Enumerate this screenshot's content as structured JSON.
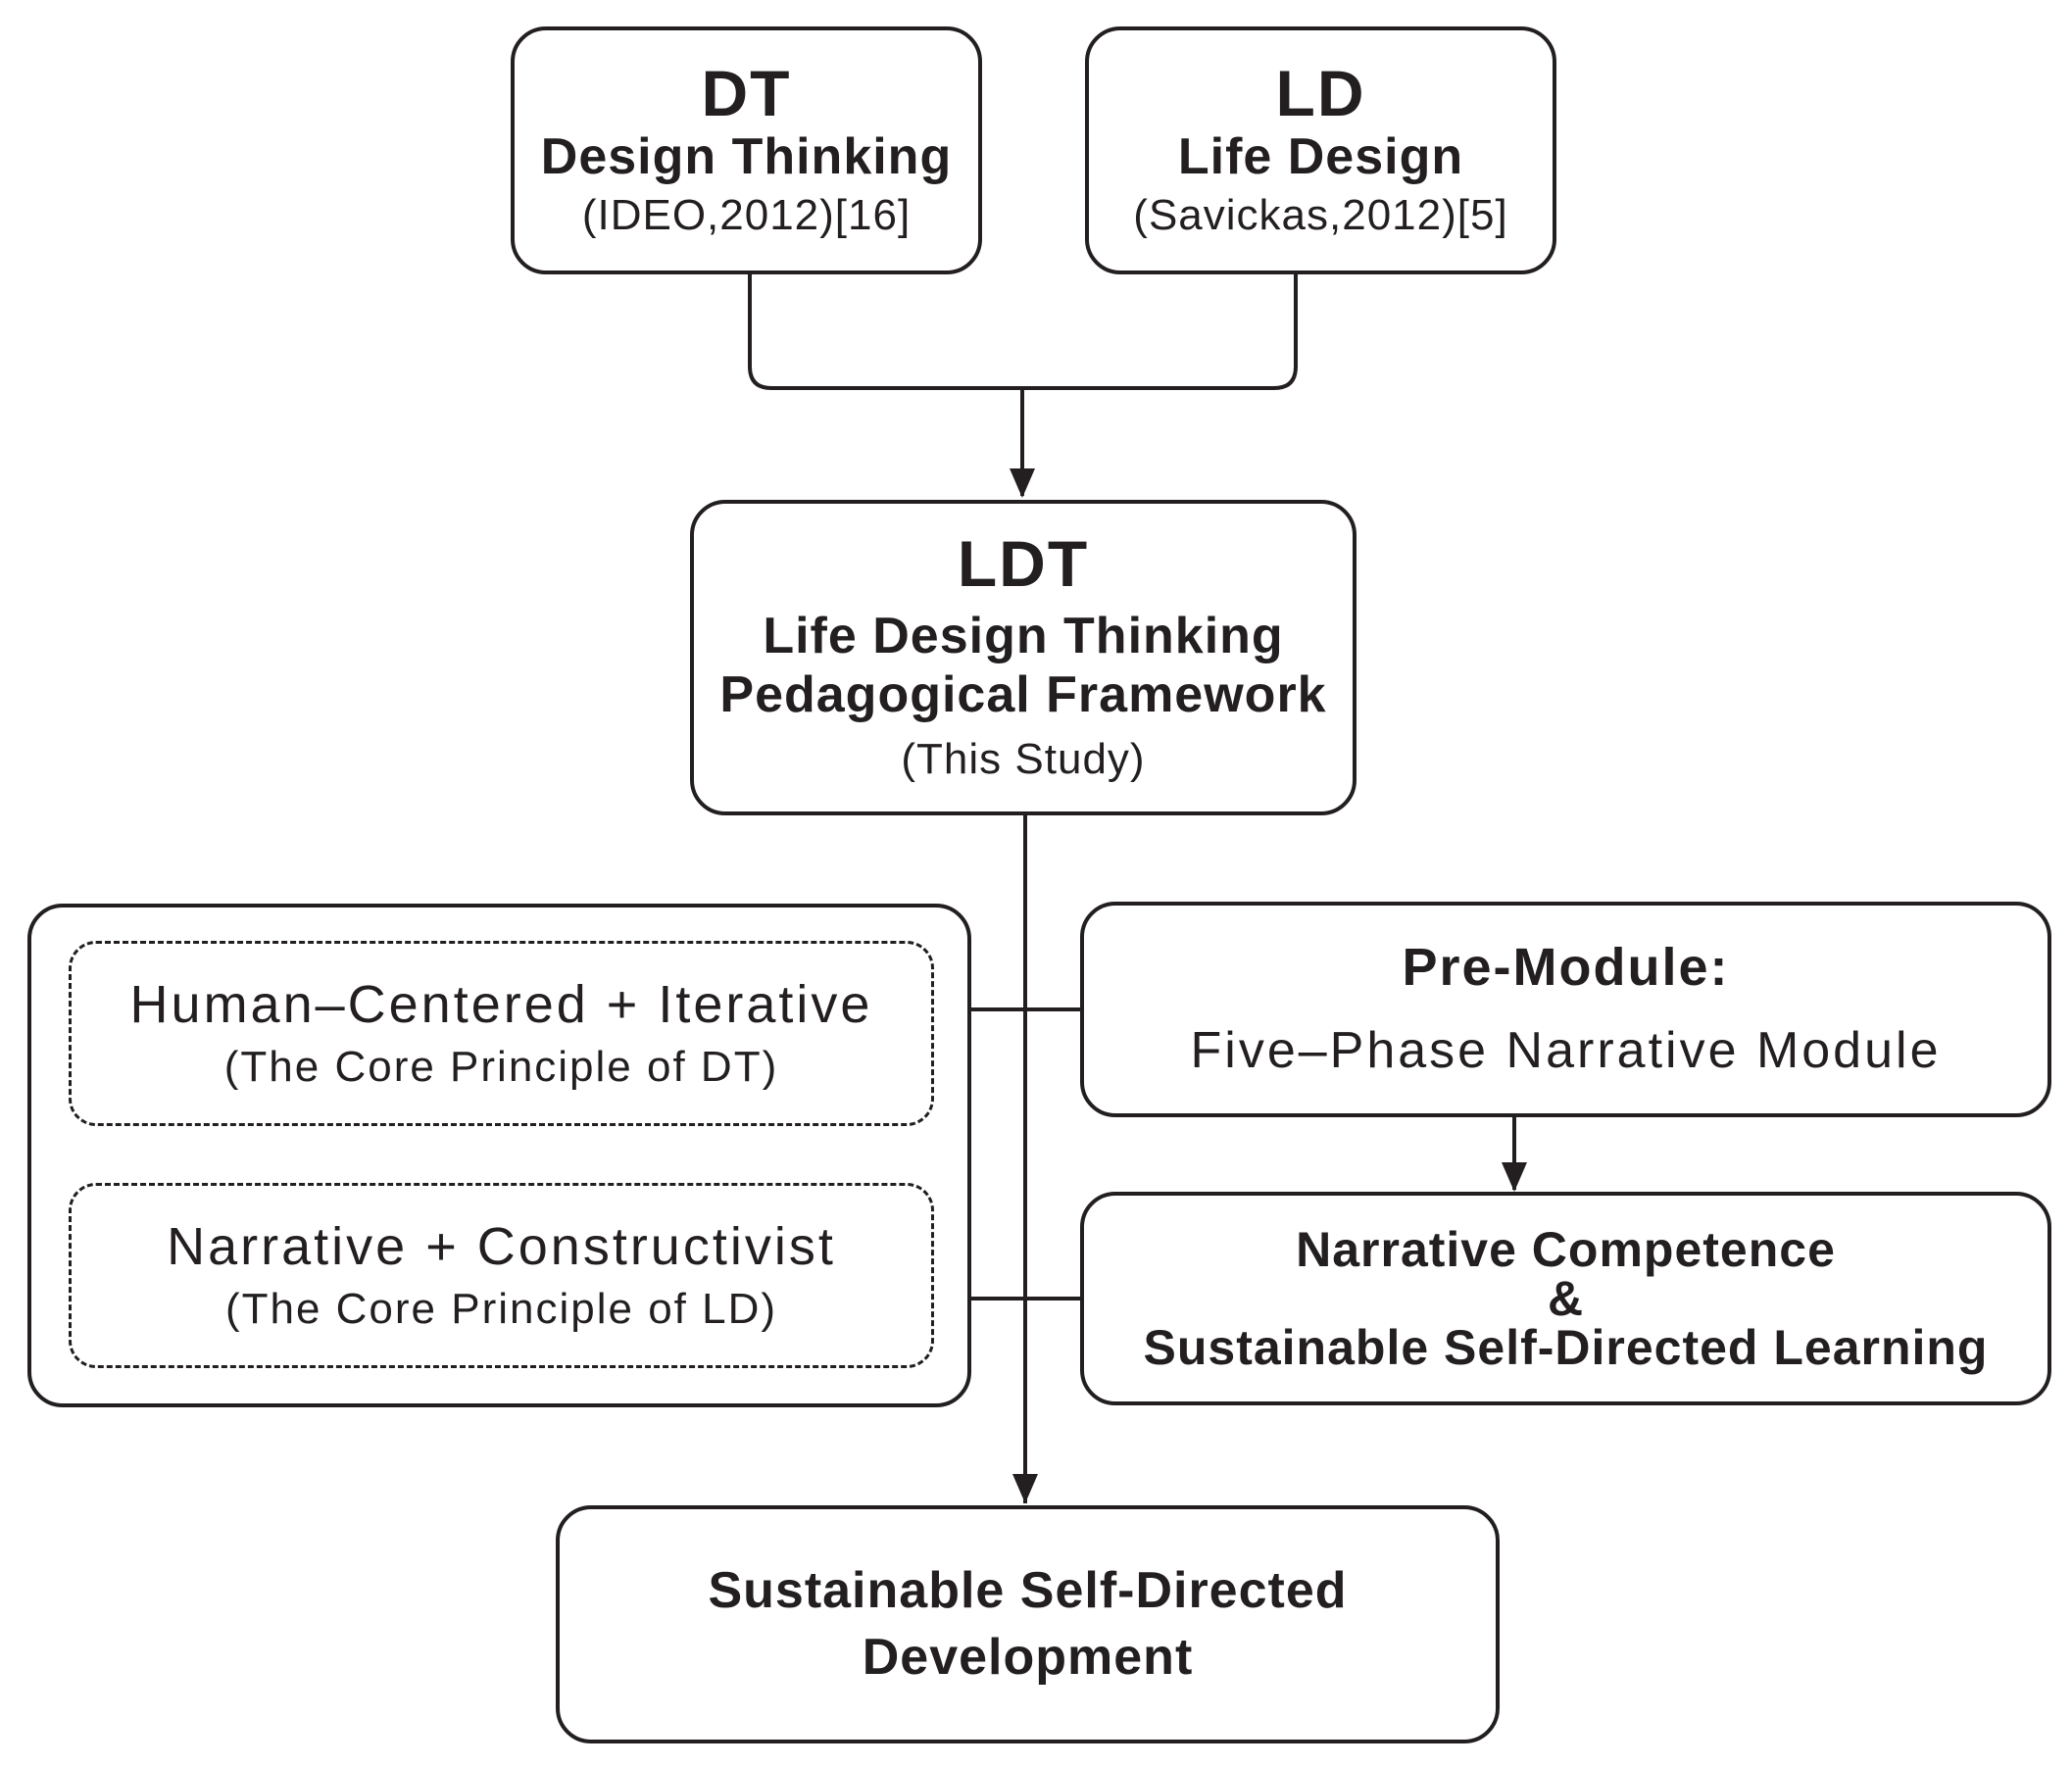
{
  "top_boxes": {
    "dt": {
      "abbr": "DT",
      "name": "Design Thinking",
      "citation": "(IDEO,2012)[16]"
    },
    "ld": {
      "abbr": "LD",
      "name": "Life Design",
      "citation": "(Savickas,2012)[5]"
    }
  },
  "center": {
    "abbr": "LDT",
    "name_line1": "Life Design Thinking",
    "name_line2": "Pedagogical Framework",
    "note": "(This Study)"
  },
  "principles": [
    {
      "title": "Human–Centered + Iterative",
      "subtitle": "(The Core Principle of DT)"
    },
    {
      "title": "Narrative + Constructivist",
      "subtitle": "(The Core Principle of LD)"
    }
  ],
  "pre_module": {
    "title": "Pre-Module:",
    "subtitle": "Five–Phase Narrative Module"
  },
  "outcome": {
    "line1": "Narrative Competence",
    "line2": "&",
    "line3": "Sustainable  Self-Directed Learning"
  },
  "final": {
    "line1": "Sustainable Self-Directed",
    "line2": "Development"
  },
  "colors": {
    "stroke": "#231f20",
    "background": "#ffffff"
  }
}
